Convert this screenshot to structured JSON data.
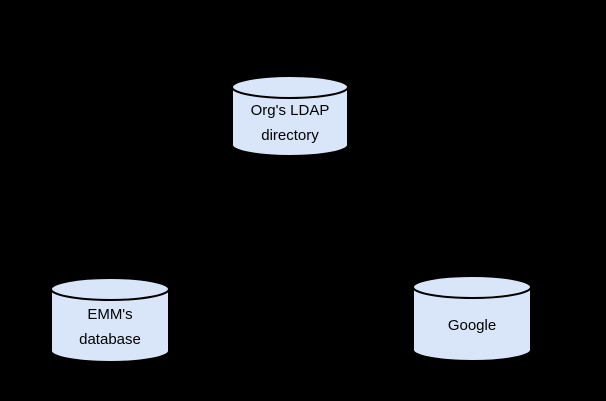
{
  "diagram": {
    "background_color": "#000000",
    "nodes": [
      {
        "id": "orgs-ldap-directory",
        "shape": "database-cylinder",
        "lines": [
          "Org's LDAP",
          "directory"
        ],
        "fill": "#d9e5f8",
        "stroke": "#000000",
        "text_color": "#000000"
      },
      {
        "id": "emms-database",
        "shape": "database-cylinder",
        "lines": [
          "EMM's",
          "database"
        ],
        "fill": "#d9e5f8",
        "stroke": "#000000",
        "text_color": "#000000"
      },
      {
        "id": "google",
        "shape": "database-cylinder",
        "lines": [
          "Google"
        ],
        "fill": "#d9e5f8",
        "stroke": "#000000",
        "text_color": "#000000"
      }
    ]
  }
}
